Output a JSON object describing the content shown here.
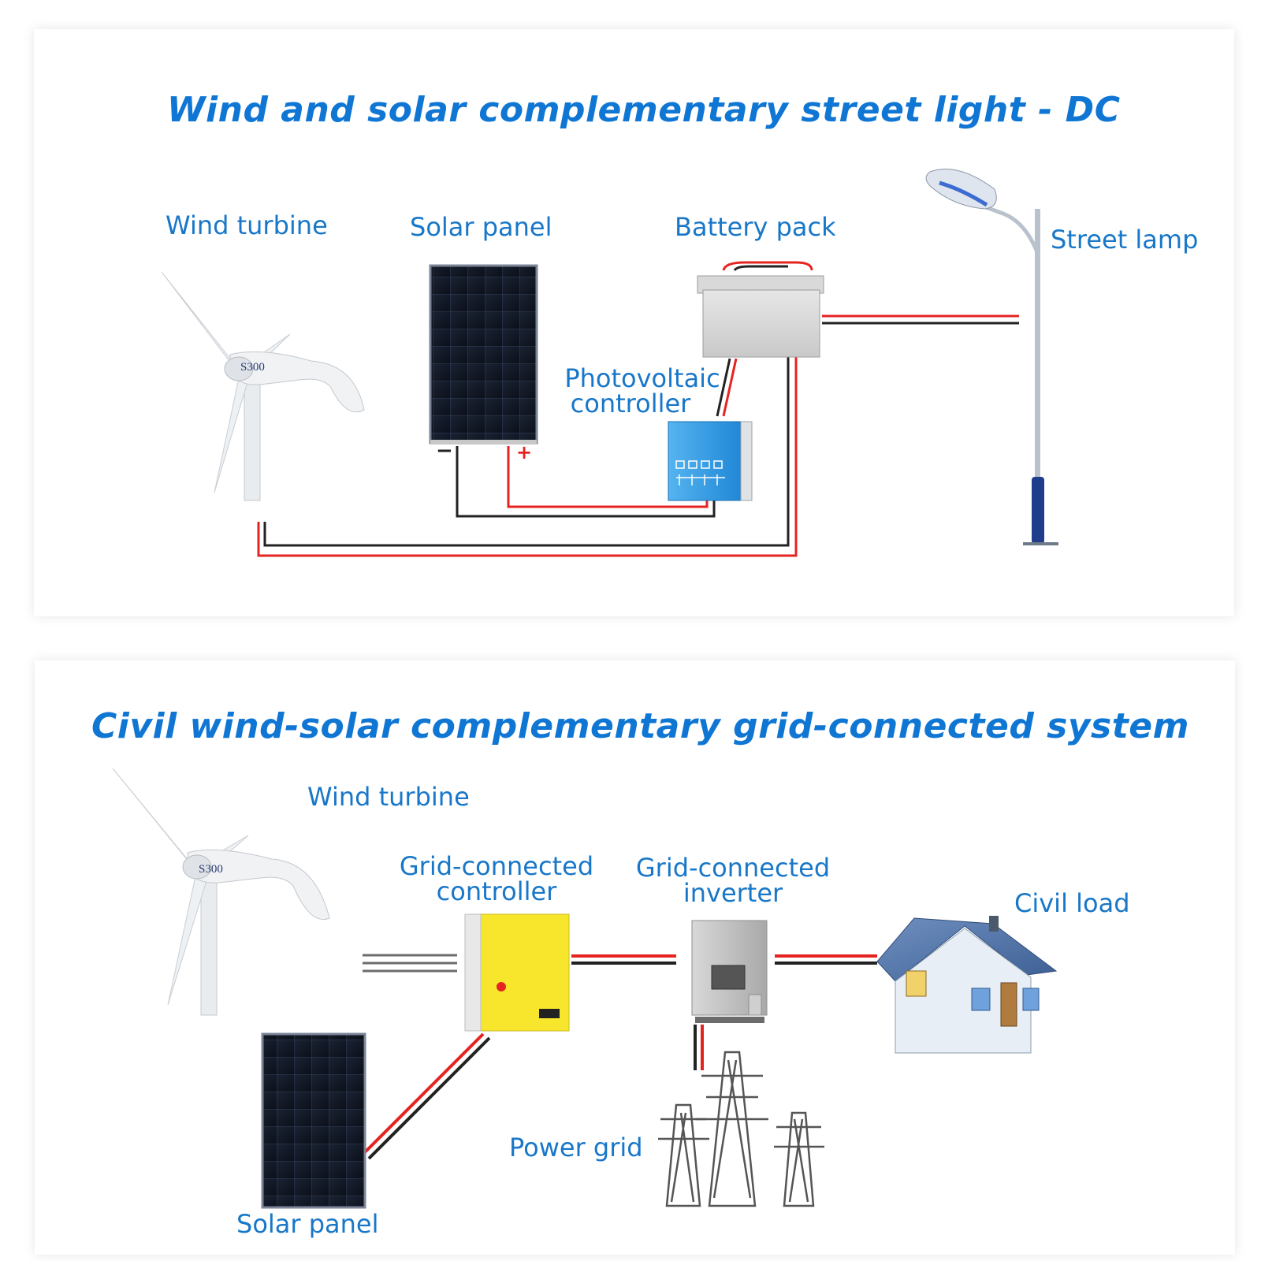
{
  "top_section": {
    "title": "Wind and solar complementary street light - DC",
    "labels": {
      "wind_turbine": "Wind turbine",
      "solar_panel": "Solar panel",
      "battery_pack": "Battery pack",
      "street_lamp": "Street lamp",
      "pv_controller_line1": "Photovoltaic",
      "pv_controller_line2": "controller"
    },
    "turbine_badge": "S300",
    "panel_terminals": {
      "negative": "−",
      "positive": "+"
    }
  },
  "bottom_section": {
    "title": "Civil wind-solar complementary grid-connected system",
    "labels": {
      "wind_turbine": "Wind turbine",
      "grid_controller_line1": "Grid-connected",
      "grid_controller_line2": "controller",
      "grid_inverter_line1": "Grid-connected",
      "grid_inverter_line2": "inverter",
      "civil_load": "Civil load",
      "power_grid": "Power grid",
      "solar_panel": "Solar panel"
    },
    "turbine_badge": "S300"
  },
  "colors": {
    "title_blue": "#0f76d4",
    "label_blue": "#1877c8",
    "wire_red": "#e52421",
    "wire_black": "#222222",
    "controller_yellow": "#f7e62c",
    "pv_controller_blue": "#2f9be3"
  }
}
